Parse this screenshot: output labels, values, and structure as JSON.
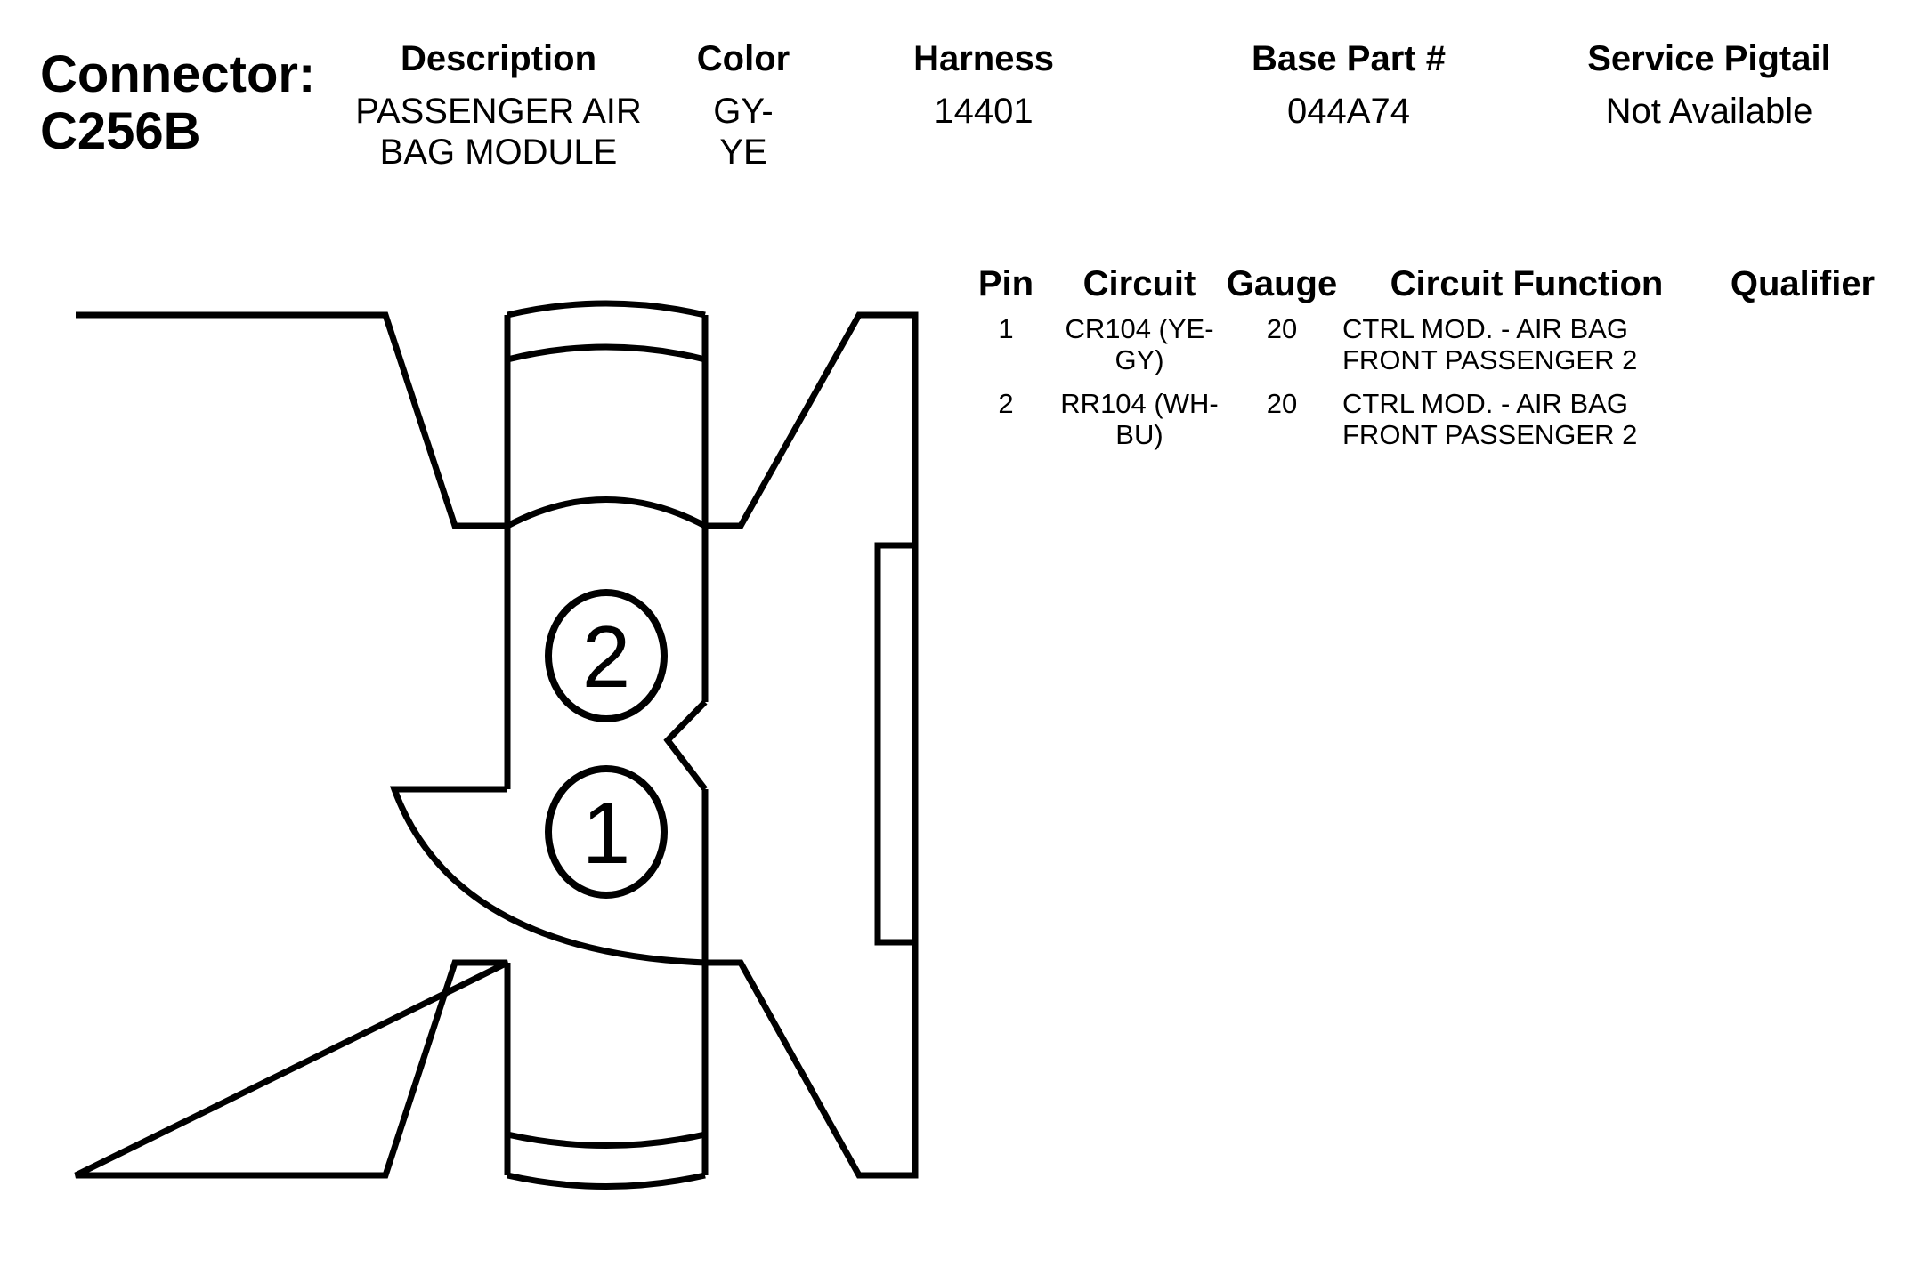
{
  "connector": {
    "line1": "Connector:",
    "line2": "C256B"
  },
  "header": {
    "description": {
      "label": "Description",
      "line1": "PASSENGER AIR",
      "line2": "BAG MODULE"
    },
    "color": {
      "label": "Color",
      "line1": "GY-",
      "line2": "YE"
    },
    "harness": {
      "label": "Harness",
      "value": "14401"
    },
    "base_part": {
      "label": "Base Part #",
      "value": "044A74"
    },
    "service_pigtail": {
      "label": "Service Pigtail",
      "value": "Not Available"
    }
  },
  "pin_table": {
    "columns": [
      "Pin",
      "Circuit",
      "Gauge",
      "Circuit Function",
      "Qualifier"
    ],
    "rows": [
      {
        "pin": "1",
        "circuit_line1": "CR104 (YE-",
        "circuit_line2": "GY)",
        "gauge": "20",
        "function_line1": "CTRL MOD. - AIR BAG",
        "function_line2": "FRONT PASSENGER 2",
        "qualifier": ""
      },
      {
        "pin": "2",
        "circuit_line1": "RR104 (WH-",
        "circuit_line2": "BU)",
        "gauge": "20",
        "function_line1": "CTRL MOD. - AIR BAG",
        "function_line2": "FRONT PASSENGER 2",
        "qualifier": ""
      }
    ]
  },
  "diagram": {
    "pin_labels": [
      "1",
      "2"
    ]
  }
}
